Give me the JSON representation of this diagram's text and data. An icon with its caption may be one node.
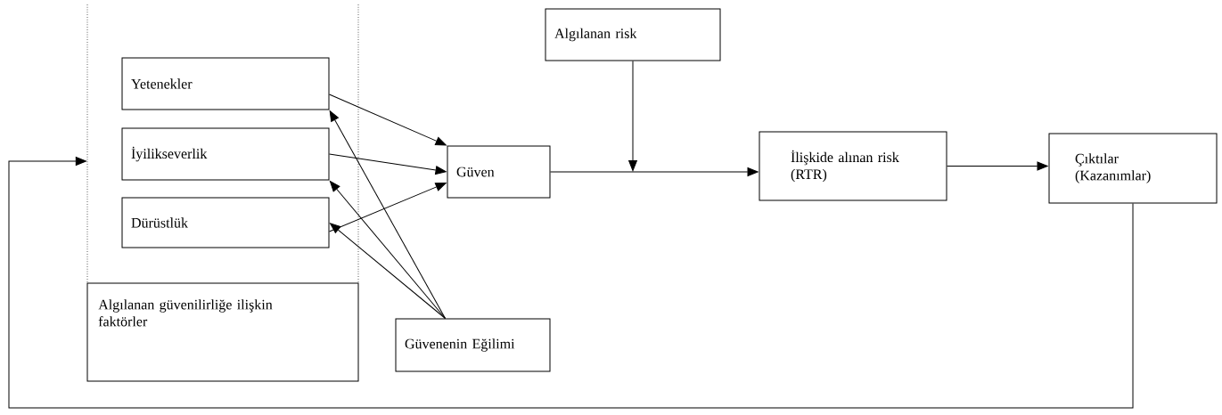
{
  "diagram": {
    "nodes": [
      {
        "text": [
          "Algılanan güvenilirliğe ilişkin faktörler"
        ]
      },
      {
        "text": [
          "Yetenekler"
        ],
        "in": 0
      },
      {
        "text": [
          "İyilikseverlik"
        ],
        "in": 0
      },
      {
        "text": [
          "Dürüstlük"
        ],
        "in": 0
      },
      {
        "text": [
          "Güven"
        ]
      },
      {
        "text": [
          "Güvenenin Eğilimi"
        ]
      },
      {
        "text": [
          "Algılanan risk"
        ]
      },
      {
        "text": [
          "İlişkide alınan risk (RTR)"
        ]
      },
      {
        "text": [
          "Çıktılar (Kazanımlar)"
        ]
      }
    ],
    "edges": [
      {
        "from": 1,
        "to": 4,
        "arrow": "to"
      },
      {
        "from": 2,
        "to": 4,
        "arrow": "to"
      },
      {
        "from": 3,
        "to": 4,
        "arrow": "to"
      },
      {
        "from": 5,
        "to": 1,
        "arrow": "to"
      },
      {
        "from": 5,
        "to": 2,
        "arrow": "to"
      },
      {
        "from": 5,
        "to": 3,
        "arrow": "to"
      },
      {
        "from": 4,
        "to": 7,
        "arrow": "to"
      },
      {
        "from": 6,
        "to": null,
        "arrow": "to"
      },
      {
        "from": 7,
        "to": 8,
        "arrow": "to"
      },
      {
        "from": 8,
        "to": 0,
        "arrow": "to"
      }
    ]
  }
}
